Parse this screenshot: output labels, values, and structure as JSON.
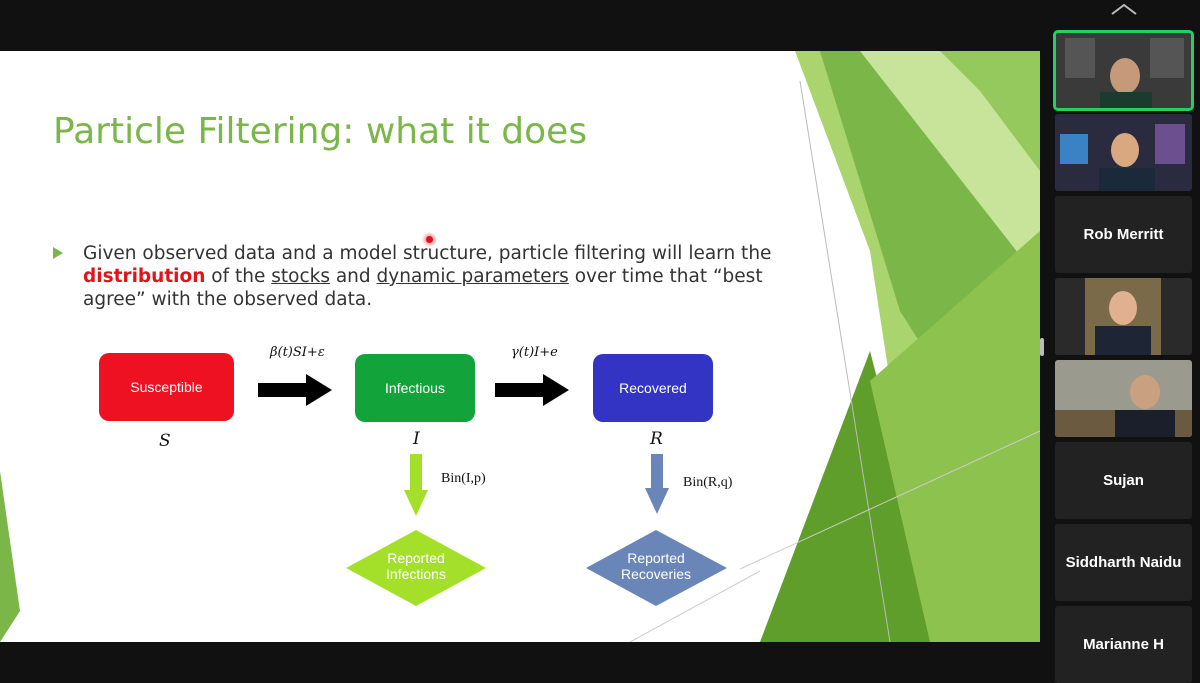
{
  "slide": {
    "title": "Particle Filtering: what it does",
    "bullet": {
      "part1": "Given observed data and a model structure, particle filtering will learn the ",
      "highlight": "distribution",
      "part2": " of the ",
      "stocks": "stocks",
      "part3": " and ",
      "dynamic_parameters": "dynamic parameters",
      "part4": " over time that “best agree” with the observed data."
    },
    "diagram": {
      "susceptible": "Susceptible",
      "infectious": "Infectious",
      "recovered": "Recovered",
      "s_letter": "S",
      "i_letter": "I",
      "r_letter": "R",
      "beta_label": "β(t)SI+ε",
      "gamma_label": "γ(t)I+e",
      "bin_ip": "Bin(I,p)",
      "bin_rq": "Bin(R,q)",
      "reported_infections_line1": "Reported",
      "reported_infections_line2": "Infections",
      "reported_recoveries_line1": "Reported",
      "reported_recoveries_line2": "Recoveries"
    },
    "colors": {
      "title_green": "#7ab648",
      "susceptible": "#ee1122",
      "infectious": "#12a33a",
      "recovered": "#3434c4",
      "reported_infections": "#a4e02a",
      "reported_recoveries": "#6a86b8"
    }
  },
  "participants": [
    {
      "type": "video",
      "active": true
    },
    {
      "type": "video"
    },
    {
      "name": "Rob Merritt"
    },
    {
      "type": "video"
    },
    {
      "type": "video"
    },
    {
      "name": "Sujan"
    },
    {
      "name": "Siddharth Naidu"
    },
    {
      "name": "Marianne H"
    }
  ],
  "icons": {
    "sidebar_toggle": "chevron-up-icon"
  }
}
